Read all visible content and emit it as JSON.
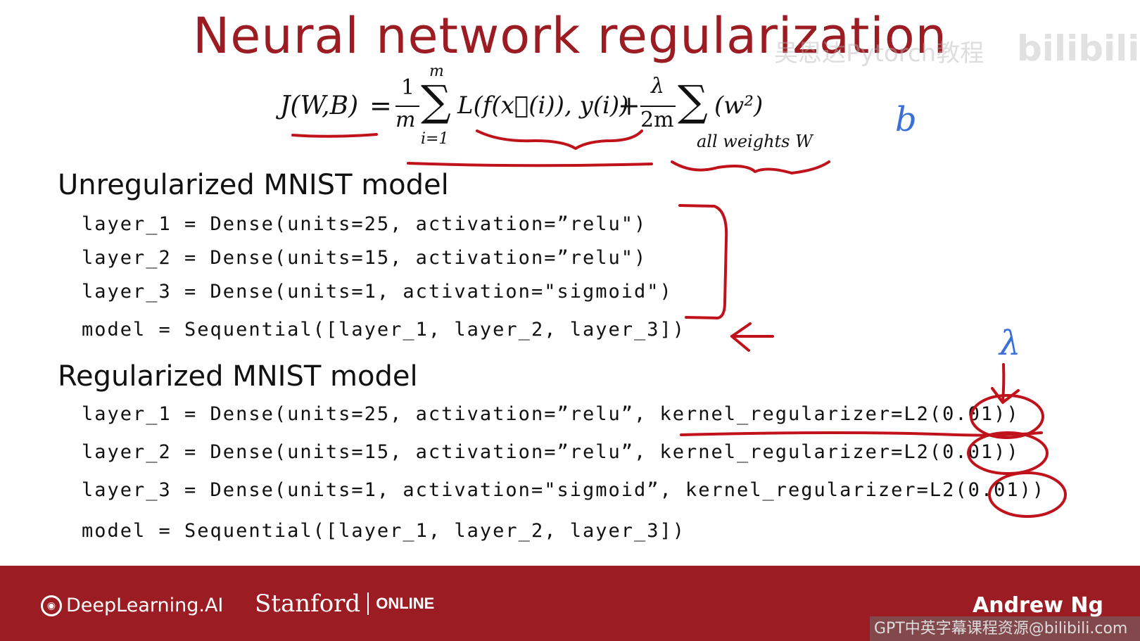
{
  "slide": {
    "title": "Neural network regularization",
    "watermark_text": "吴恩达Pytorch教程",
    "platform_logo": "bilibili"
  },
  "formula": {
    "lhs": "J(W,B)",
    "equals": "=",
    "frac1_num": "1",
    "frac1_den": "m",
    "sum_upper": "m",
    "sum_lower": "i=1",
    "sigma": "∑",
    "loss_term": "L(f(x⃗(i)), y(i))",
    "plus": "+",
    "frac2_num": "λ",
    "frac2_den": "2m",
    "reg_term": "(w²)",
    "reg_subscript": "all weights W"
  },
  "handwriting": {
    "b_note": "b",
    "lambda_note": "λ"
  },
  "unregularized": {
    "heading": "Unregularized MNIST model",
    "lines": [
      "layer_1 = Dense(units=25, activation=”relu\")",
      "layer_2 = Dense(units=15, activation=”relu\")",
      "layer_3 = Dense(units=1, activation=\"sigmoid\")",
      "model = Sequential([layer_1, layer_2, layer_3])"
    ]
  },
  "regularized": {
    "heading": "Regularized MNIST model",
    "lines": [
      "layer_1 = Dense(units=25, activation=”relu”, kernel_regularizer=L2(0.01))",
      "layer_2 = Dense(units=15, activation=”relu”, kernel_regularizer=L2(0.01))",
      "layer_3 = Dense(units=1, activation=\"sigmoid”, kernel_regularizer=L2(0.01))",
      "model = Sequential([layer_1, layer_2, layer_3])"
    ]
  },
  "footer": {
    "brand": "DeepLearning.AI",
    "stanford": "Stanford",
    "online": "ONLINE",
    "author": "Andrew Ng",
    "watermark": "GPT中英字幕课程资源@bilibili.com"
  },
  "colors": {
    "accent_red": "#9b1c22",
    "ink_red": "#c0121b",
    "ink_blue": "#3a6fd8"
  }
}
